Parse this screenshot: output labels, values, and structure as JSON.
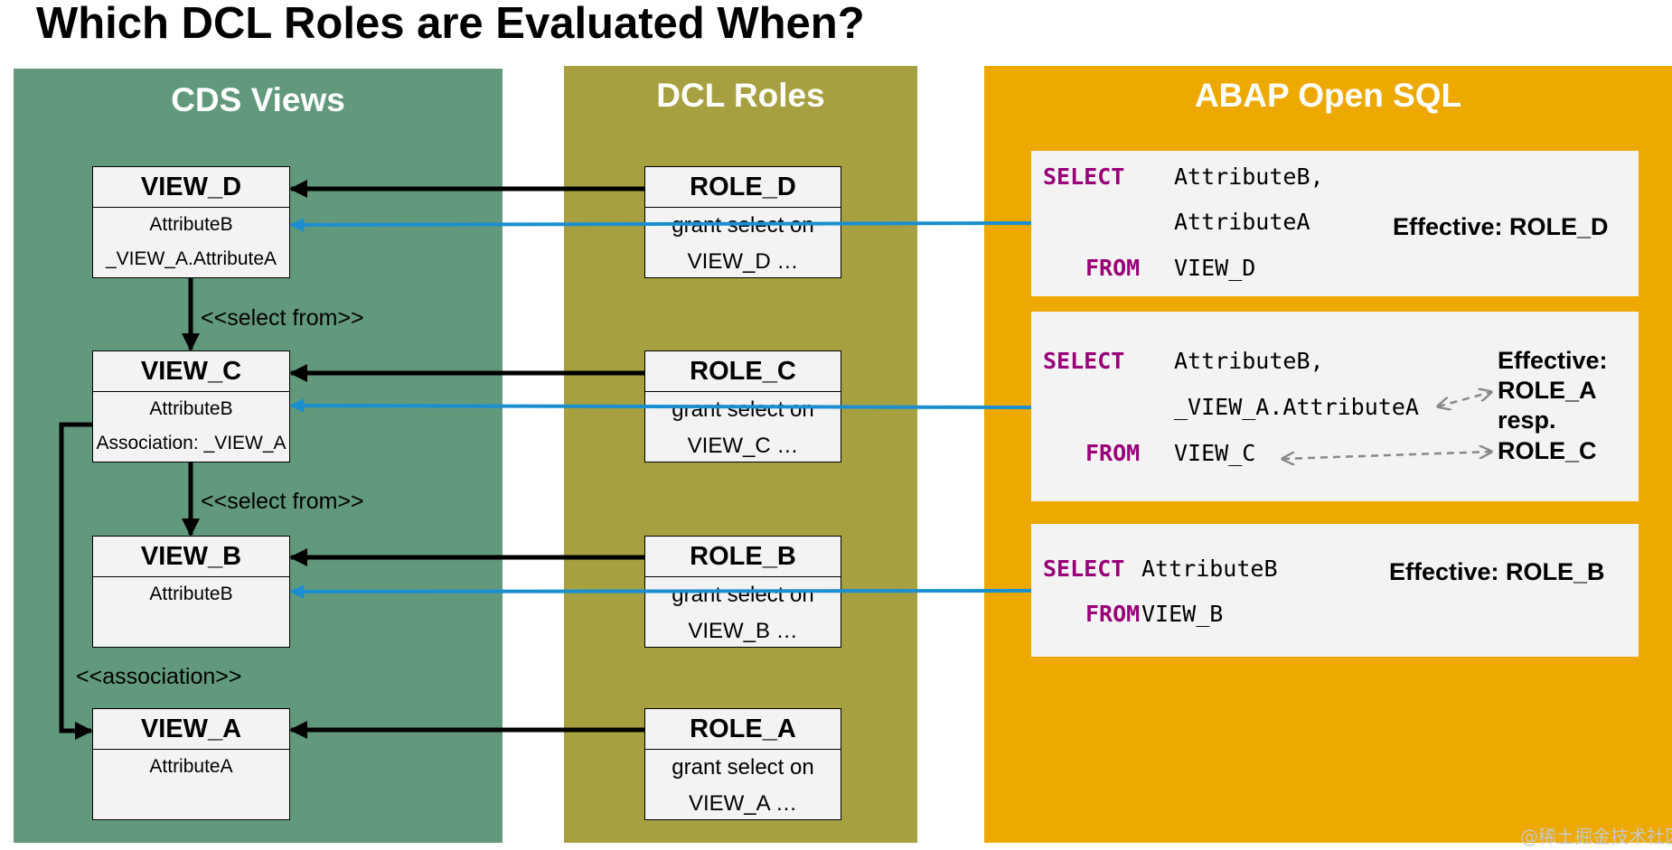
{
  "title": "Which DCL Roles are Evaluated When?",
  "columns": {
    "cds": "CDS Views",
    "dcl": "DCL Roles",
    "abap": "ABAP Open SQL"
  },
  "views": {
    "d": {
      "name": "VIEW_D",
      "lines": [
        "AttributeB",
        "_VIEW_A.AttributeA"
      ]
    },
    "c": {
      "name": "VIEW_C",
      "lines": [
        "AttributeB",
        "Association: _VIEW_A"
      ]
    },
    "b": {
      "name": "VIEW_B",
      "lines": [
        "AttributeB"
      ]
    },
    "a": {
      "name": "VIEW_A",
      "lines": [
        "AttributeA"
      ]
    }
  },
  "roles": {
    "d": {
      "name": "ROLE_D",
      "line1": "grant select on",
      "line2": "VIEW_D …"
    },
    "c": {
      "name": "ROLE_C",
      "line1": "grant select on",
      "line2": "VIEW_C …"
    },
    "b": {
      "name": "ROLE_B",
      "line1": "grant select on",
      "line2": "VIEW_B …"
    },
    "a": {
      "name": "ROLE_A",
      "line1": "grant select on",
      "line2": "VIEW_A …"
    }
  },
  "edge_labels": {
    "select_from_1": "<<select from>>",
    "select_from_2": "<<select from>>",
    "association": "<<association>>"
  },
  "sql": {
    "q1": {
      "select_kw": "SELECT",
      "from_kw": "FROM",
      "field1": "AttributeB,",
      "field2": "AttributeA",
      "source": "VIEW_D",
      "effective": "Effective: ROLE_D"
    },
    "q2": {
      "select_kw": "SELECT",
      "from_kw": "FROM",
      "field1": "AttributeB,",
      "field2": "_VIEW_A.AttributeA",
      "source": "VIEW_C",
      "effective_lines": [
        "Effective:",
        "ROLE_A",
        "resp.",
        "ROLE_C"
      ]
    },
    "q3": {
      "select_kw": "SELECT",
      "from_kw": "FROM",
      "field1": "AttributeB",
      "source": "VIEW_B",
      "effective": "Effective: ROLE_B"
    }
  },
  "watermark": "@稀土掘金技术社区",
  "colors": {
    "cds_bg": "#62997c",
    "dcl_bg": "#a6a040",
    "abap_bg": "#eda900",
    "access_arrow": "#1a8fd0",
    "keyword": "#990077"
  }
}
